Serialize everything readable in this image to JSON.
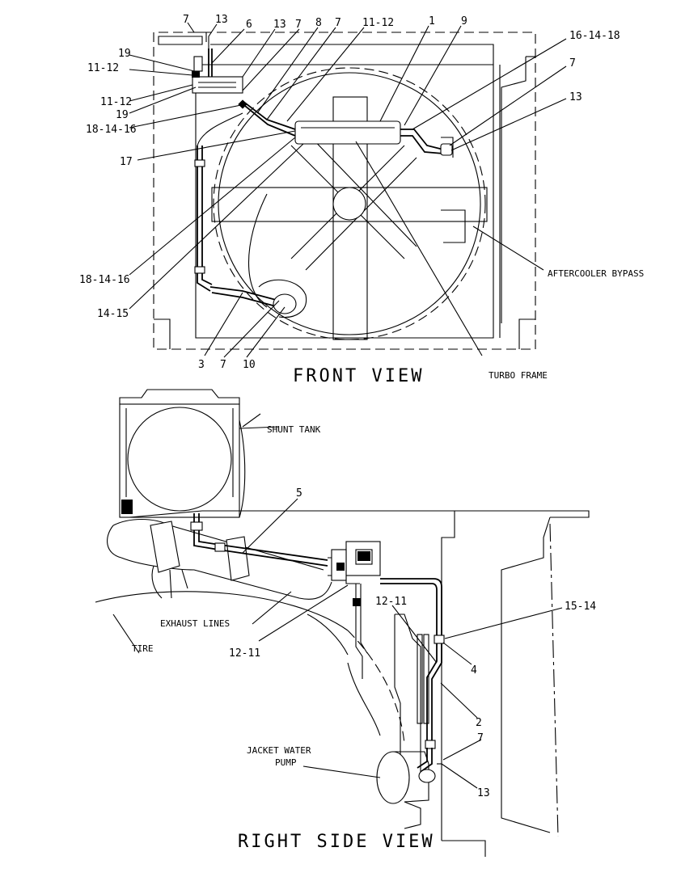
{
  "front_view": {
    "title": "FRONT VIEW",
    "captions": {
      "aftercooler_bypass": "AFTERCOOLER BYPASS",
      "turbo_frame": "TURBO FRAME"
    },
    "callouts": [
      "7",
      "13",
      "6",
      "13",
      "7",
      "8",
      "7",
      "11-12",
      "1",
      "9",
      "16-14-18",
      "7",
      "13",
      "19",
      "11-12",
      "11-12",
      "19",
      "18-14-16",
      "17",
      "18-14-16",
      "14-15",
      "3",
      "7",
      "10"
    ]
  },
  "side_view": {
    "title": "RIGHT SIDE VIEW",
    "captions": {
      "shunt_tank": "SHUNT TANK",
      "exhaust_lines": "EXHAUST LINES",
      "tire": "TIRE",
      "jacket_water_pump_l1": "JACKET WATER",
      "jacket_water_pump_l2": "PUMP"
    },
    "callouts": [
      "5",
      "12-11",
      "12-11",
      "15-14",
      "4",
      "2",
      "7",
      "13"
    ]
  }
}
